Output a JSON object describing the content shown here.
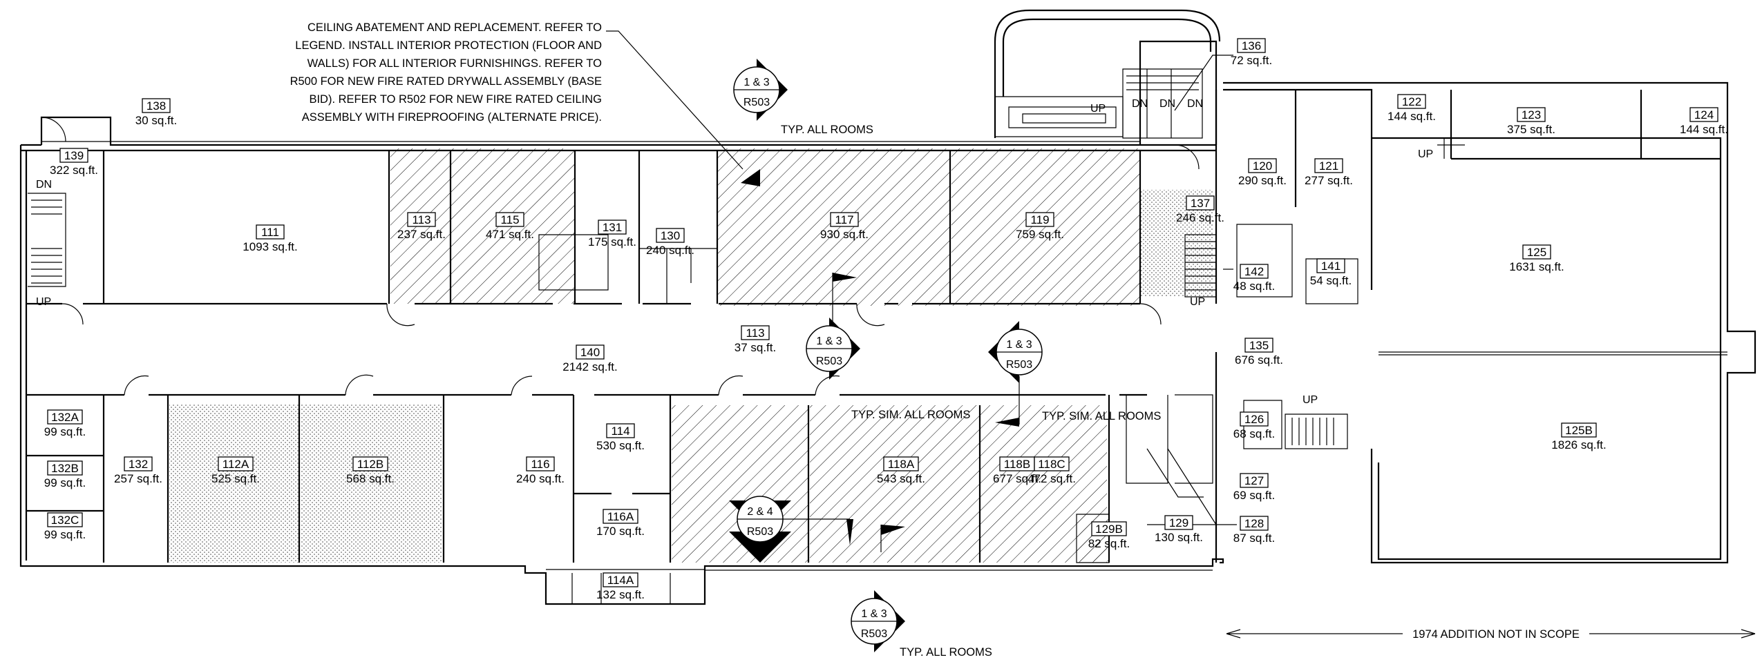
{
  "notes": {
    "ceiling_lines": [
      "CEILING ABATEMENT AND REPLACEMENT. REFER TO",
      "LEGEND. INSTALL INTERIOR PROTECTION (FLOOR AND",
      "WALLS) FOR ALL INTERIOR FURNISHINGS. REFER TO",
      "R500 FOR NEW FIRE RATED DRYWALL ASSEMBLY (BASE",
      "BID). REFER TO R502 FOR NEW FIRE RATED CEILING",
      "ASSEMBLY WITH FIREPROOFING (ALTERNATE PRICE)."
    ],
    "typ_all_rooms": "TYP. ALL ROOMS",
    "typ_sim_all_rooms": "TYP. SIM. ALL ROOMS",
    "addition": "1974 ADDITION NOT IN SCOPE"
  },
  "stairs": {
    "up": "UP",
    "dn": "DN"
  },
  "section_marks": [
    {
      "top": "1 & 3",
      "bottom": "R503"
    },
    {
      "top": "1 & 3",
      "bottom": "R503"
    },
    {
      "top": "1 & 3",
      "bottom": "R503"
    },
    {
      "top": "2 & 4",
      "bottom": "R503"
    },
    {
      "top": "1 & 3",
      "bottom": "R503"
    }
  ],
  "rooms": [
    {
      "number": "138",
      "area": "30 sq.ft."
    },
    {
      "number": "139",
      "area": "322 sq.ft."
    },
    {
      "number": "111",
      "area": "1093 sq.ft."
    },
    {
      "number": "113",
      "area": "237 sq.ft."
    },
    {
      "number": "115",
      "area": "471 sq.ft."
    },
    {
      "number": "131",
      "area": "175 sq.ft."
    },
    {
      "number": "130",
      "area": "240 sq.ft."
    },
    {
      "number": "117",
      "area": "930 sq.ft."
    },
    {
      "number": "119",
      "area": "759 sq.ft."
    },
    {
      "number": "136",
      "area": "72 sq.ft."
    },
    {
      "number": "137",
      "area": "246 sq.ft."
    },
    {
      "number": "120",
      "area": "290 sq.ft."
    },
    {
      "number": "121",
      "area": "277 sq.ft."
    },
    {
      "number": "122",
      "area": "144 sq.ft."
    },
    {
      "number": "123",
      "area": "375 sq.ft."
    },
    {
      "number": "124",
      "area": "144 sq.ft."
    },
    {
      "number": "142",
      "area": "48 sq.ft."
    },
    {
      "number": "141",
      "area": "54 sq.ft."
    },
    {
      "number": "125",
      "area": "1631 sq.ft."
    },
    {
      "number": "113",
      "area": "37 sq.ft."
    },
    {
      "number": "140",
      "area": "2142 sq.ft."
    },
    {
      "number": "135",
      "area": "676 sq.ft."
    },
    {
      "number": "132A",
      "area": "99 sq.ft."
    },
    {
      "number": "132B",
      "area": "99 sq.ft."
    },
    {
      "number": "132C",
      "area": "99 sq.ft."
    },
    {
      "number": "132",
      "area": "257 sq.ft."
    },
    {
      "number": "112A",
      "area": "525 sq.ft."
    },
    {
      "number": "112B",
      "area": "568 sq.ft."
    },
    {
      "number": "114",
      "area": "530 sq.ft."
    },
    {
      "number": "116",
      "area": "240 sq.ft."
    },
    {
      "number": "116A",
      "area": "170 sq.ft."
    },
    {
      "number": "114A",
      "area": "132 sq.ft."
    },
    {
      "number": "118A",
      "area": "543 sq.ft."
    },
    {
      "number": "118B",
      "area": "677 sq.ft."
    },
    {
      "number": "118C",
      "area": "472 sq.ft."
    },
    {
      "number": "126",
      "area": "68 sq.ft."
    },
    {
      "number": "127",
      "area": "69 sq.ft."
    },
    {
      "number": "128",
      "area": "87 sq.ft."
    },
    {
      "number": "129",
      "area": "130 sq.ft."
    },
    {
      "number": "129B",
      "area": "82 sq.ft."
    },
    {
      "number": "125B",
      "area": "1826 sq.ft."
    }
  ]
}
